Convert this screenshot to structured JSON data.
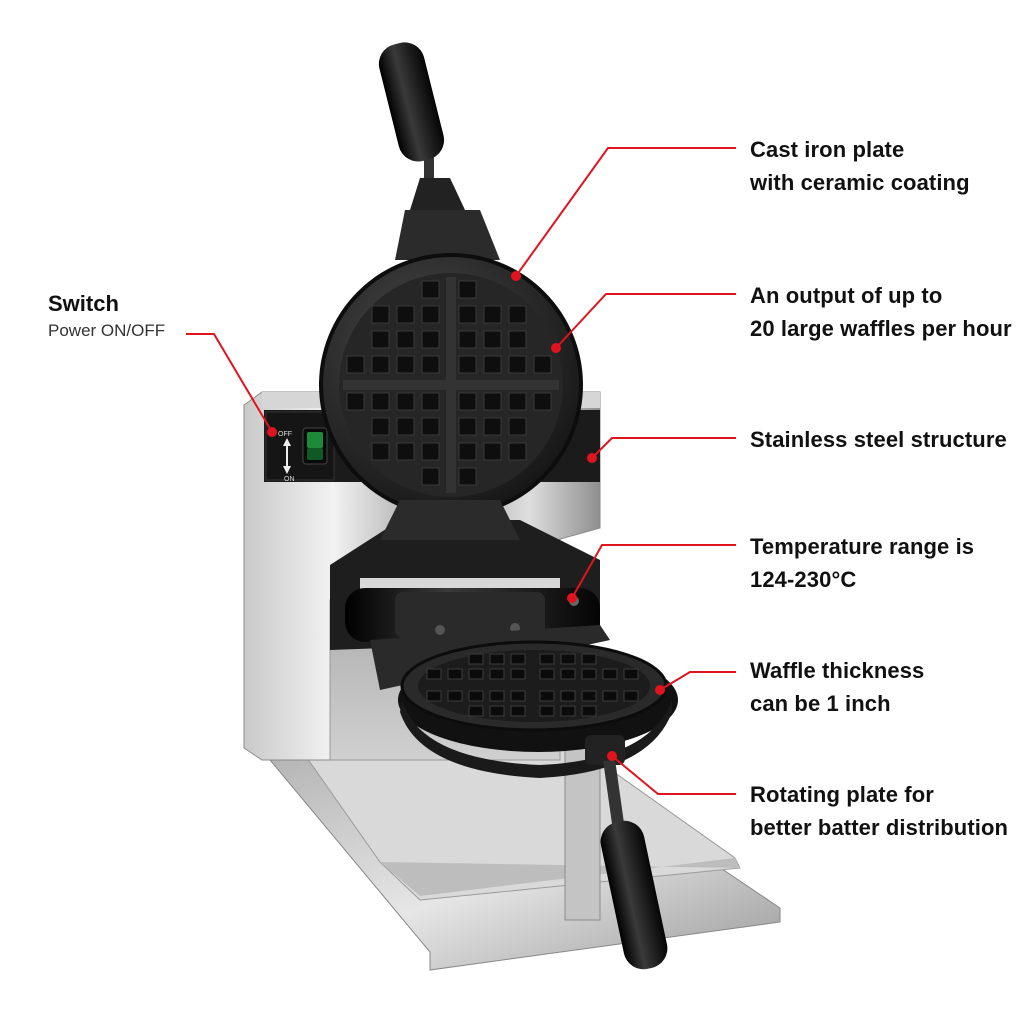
{
  "accent_color": "#e0141e",
  "switch": {
    "title": "Switch",
    "subtitle": "Power ON/OFF",
    "panel_off": "OFF",
    "panel_on": "ON"
  },
  "features": {
    "plate": {
      "line1": "Cast iron plate",
      "line2": "with ceramic coating"
    },
    "output": {
      "line1": "An output of up to",
      "line2": "20 large waffles per hour"
    },
    "structure": {
      "line1": "Stainless steel structure"
    },
    "temperature": {
      "line1": "Temperature range is",
      "line2": "124-230°C"
    },
    "thickness": {
      "line1": "Waffle thickness",
      "line2": "can be 1 inch"
    },
    "rotating": {
      "line1": "Rotating plate for",
      "line2": "better batter distribution"
    }
  },
  "image": {
    "subject": "waffle-maker",
    "icons": [
      "waffle-maker-icon",
      "rocker-switch-icon",
      "handle-icon",
      "waffle-plate-icon"
    ]
  }
}
